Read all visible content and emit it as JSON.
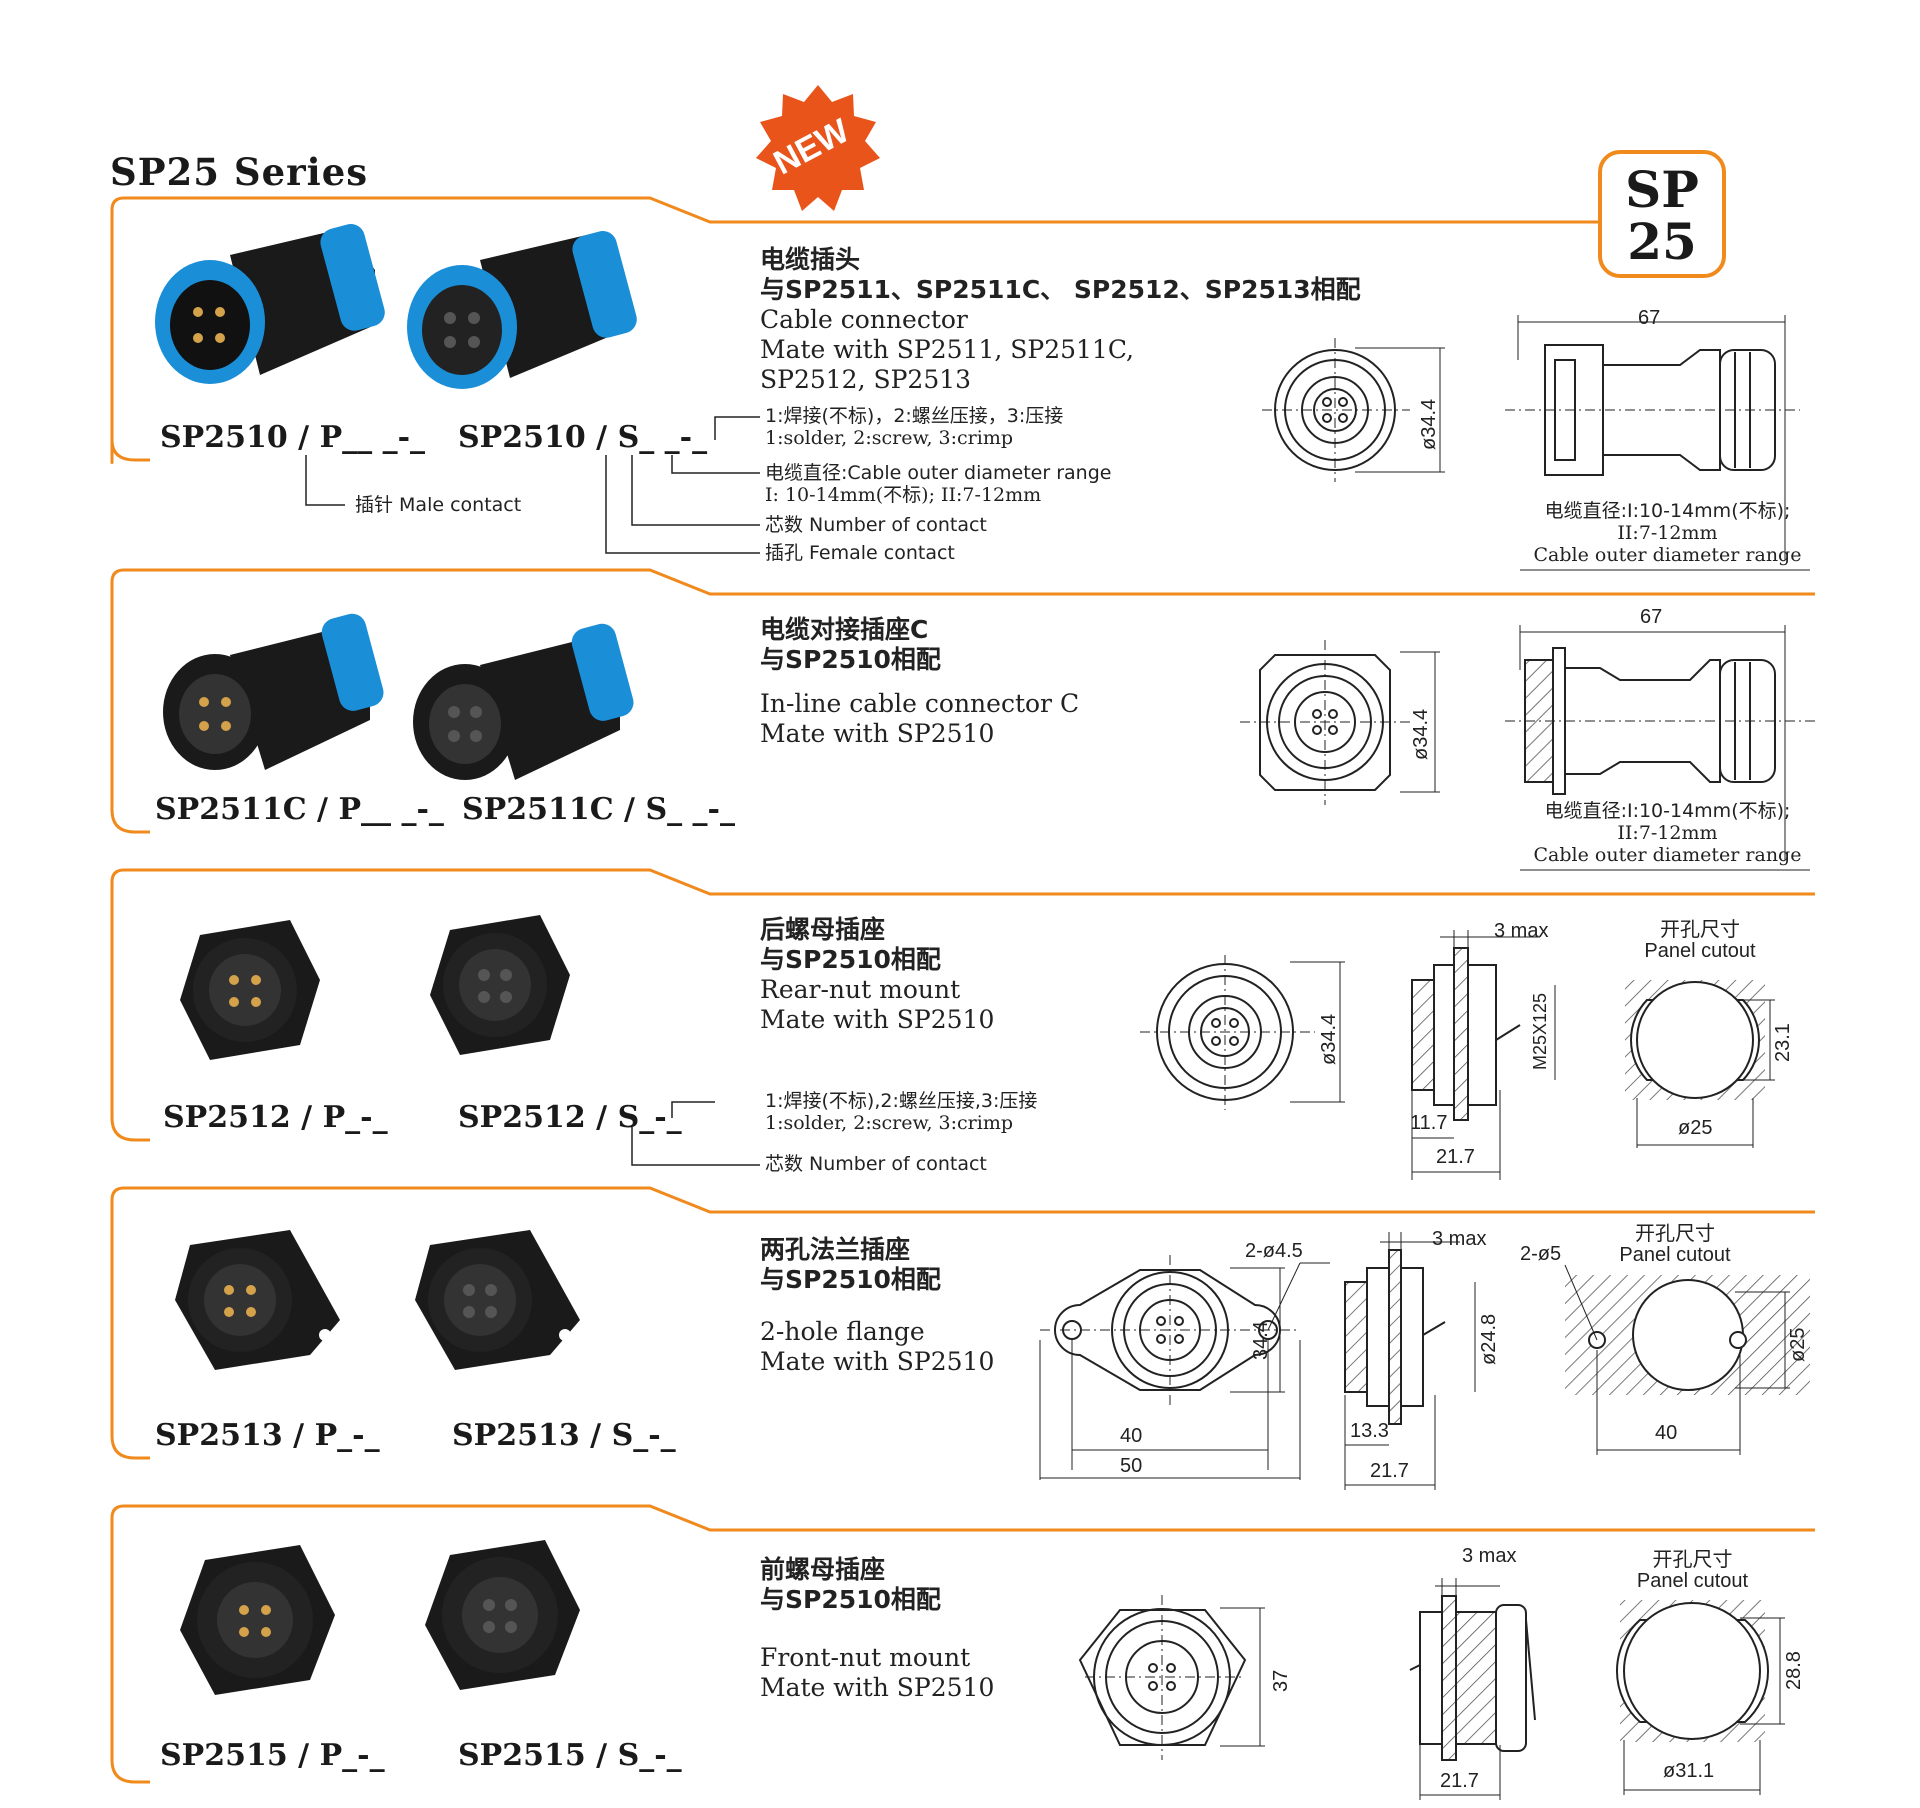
{
  "series_title": "SP25 Series",
  "badge": {
    "line1": "SP",
    "line2": "25"
  },
  "new_label": "NEW",
  "accent": "#f08a1c",
  "sections": {
    "s1": {
      "title_cn": "电缆插头",
      "mate_cn": "与SP2511、SP2511C、 SP2512、SP2513相配",
      "title_en": "Cable connector",
      "mate_en_1": "Mate with SP2511, SP2511C,",
      "mate_en_2": "SP2512, SP2513",
      "model_p": "SP2510 / P__ _-_",
      "model_s": "SP2510 / S_ _-_",
      "note_contact_type_cn": "1:焊接(不标)，2:螺丝压接，3:压接",
      "note_contact_type_en": "1:solder, 2:screw, 3:crimp",
      "note_cable_cn": "电缆直径:Cable outer  diameter range",
      "note_cable_en": "I: 10-14mm(不标); II:7-12mm",
      "note_number": "芯数 Number of contact",
      "note_female": "插孔 Female contact",
      "note_male": "插针 Male contact",
      "dim_len": "67",
      "dim_dia": "ø34.4",
      "cable_cn": "电缆直径:I:10-14mm(不标);",
      "cable_ii": "II:7-12mm",
      "cable_en": "Cable outer  diameter range"
    },
    "s2": {
      "title_cn": "电缆对接插座C",
      "mate_cn": "与SP2510相配",
      "title_en": "In-line cable connector C",
      "mate_en": "Mate with SP2510",
      "model_p": "SP2511C / P__ _-_",
      "model_s": "SP2511C / S_ _-_",
      "dim_len": "67",
      "dim_dia": "ø34.4",
      "cable_cn": "电缆直径:I:10-14mm(不标);",
      "cable_ii": "II:7-12mm",
      "cable_en": "Cable outer  diameter range"
    },
    "s3": {
      "title_cn": "后螺母插座",
      "mate_cn": "与SP2510相配",
      "title_en": "Rear-nut mount",
      "mate_en": "Mate with SP2510",
      "model_p": "SP2512 / P_-_",
      "model_s": "SP2512 / S_-_",
      "note_contact_type_cn": "1:焊接(不标),2:螺丝压接,3:压接",
      "note_contact_type_en": "1:solder, 2:screw, 3:crimp",
      "note_number": "芯数 Number of contact",
      "dim_dia": "ø34.4",
      "dim_thread": "M25X125",
      "dim_max": "3 max",
      "dim_a": "11.7",
      "dim_b": "21.7",
      "cutout_cn": "开孔尺寸",
      "cutout_en": "Panel cutout",
      "cutout_h": "23.1",
      "cutout_d": "ø25"
    },
    "s4": {
      "title_cn": "两孔法兰插座",
      "mate_cn": "与SP2510相配",
      "title_en": "2-hole flange",
      "mate_en": "Mate with SP2510",
      "model_p": "SP2513 / P_-_",
      "model_s": "SP2513 / S_-_",
      "dim_holes": "2-ø4.5",
      "dim_h": "34.4",
      "dim_w1": "40",
      "dim_w2": "50",
      "dim_max": "3 max",
      "dim_dia": "ø24.8",
      "dim_a": "13.3",
      "dim_b": "21.7",
      "cutout_cn": "开孔尺寸",
      "cutout_en": "Panel cutout",
      "cutout_holes": "2-ø5",
      "cutout_d": "ø25",
      "cutout_w": "40"
    },
    "s5": {
      "title_cn": "前螺母插座",
      "mate_cn": "与SP2510相配",
      "title_en": "Front-nut mount",
      "mate_en": "Mate with SP2510",
      "model_p": "SP2515 / P_-_",
      "model_s": "SP2515 / S_-_",
      "dim_h": "37",
      "dim_max": "3 max",
      "dim_b": "21.7",
      "cutout_cn": "开孔尺寸",
      "cutout_en": "Panel cutout",
      "cutout_h": "28.8",
      "cutout_d": "ø31.1"
    }
  }
}
